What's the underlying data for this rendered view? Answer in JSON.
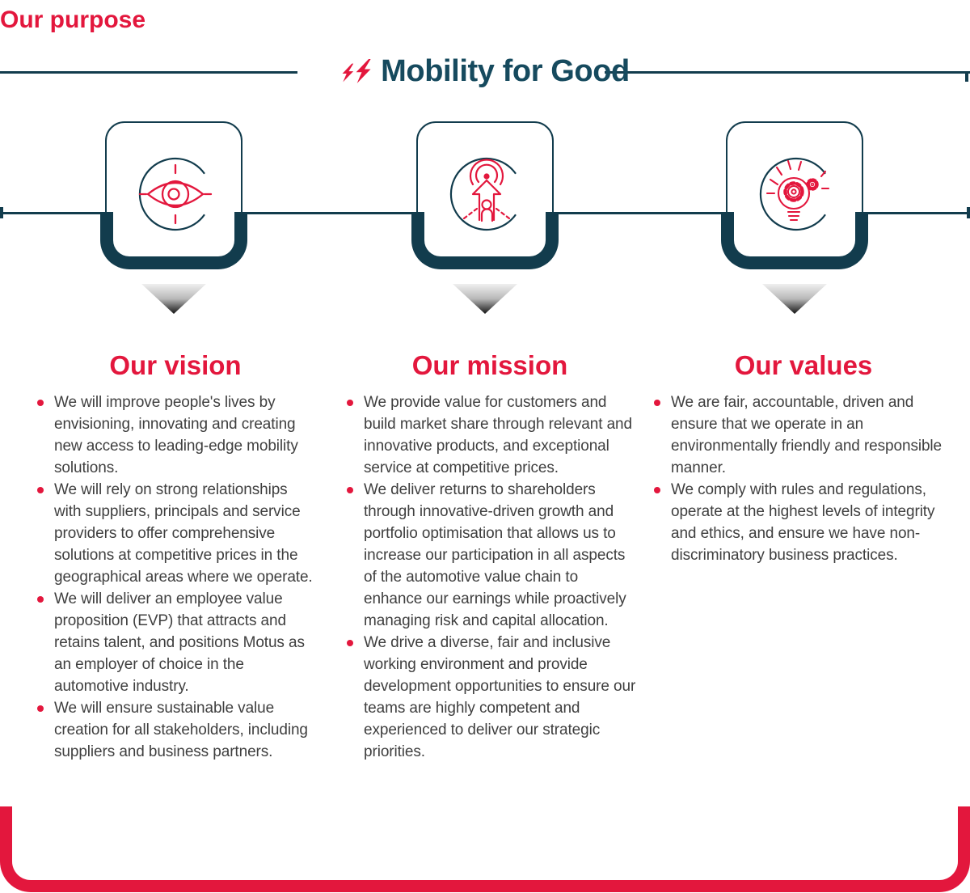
{
  "colors": {
    "brand_red": "#e3173d",
    "brand_navy": "#123c4d",
    "title_navy": "#164a5e",
    "body_text": "#3f3f3f"
  },
  "header": {
    "eyebrow": "Our purpose",
    "title": "Mobility for Good",
    "mark_icon": "double-bolt-icon"
  },
  "columns": [
    {
      "heading": "Our vision",
      "icon": "eye-target-icon",
      "bullets": [
        "We will improve people's lives by envisioning, innovating and creating new access to leading-edge mobility solutions.",
        "We will rely on strong relationships with suppliers, principals and service providers to offer comprehensive solutions at competitive prices in the geographical areas where we operate.",
        "We will deliver an employee value proposition (EVP) that attracts and retains talent, and positions Motus as an employer of choice in the automotive industry.",
        "We will ensure sustainable value creation for all stakeholders, including suppliers and business partners."
      ]
    },
    {
      "heading": "Our mission",
      "icon": "person-goal-icon",
      "bullets": [
        "We provide value for customers and build market share through relevant and innovative products, and exceptional service at competitive prices.",
        "We deliver returns to shareholders through innovative-driven growth and portfolio optimisation that allows us to increase our participation in all aspects of the automotive value chain to enhance our earnings while proactively managing risk and capital allocation.",
        "We drive a diverse, fair and inclusive working environment and provide development opportunities to ensure our teams are highly competent and experienced to deliver our strategic priorities."
      ]
    },
    {
      "heading": "Our values",
      "icon": "lightbulb-gears-icon",
      "bullets": [
        "We are fair, accountable, driven and ensure that we operate in an environmentally friendly and responsible manner.",
        "We comply with rules and regulations, operate at the highest levels of integrity and ethics, and ensure we have non-discriminatory business practices."
      ]
    }
  ]
}
